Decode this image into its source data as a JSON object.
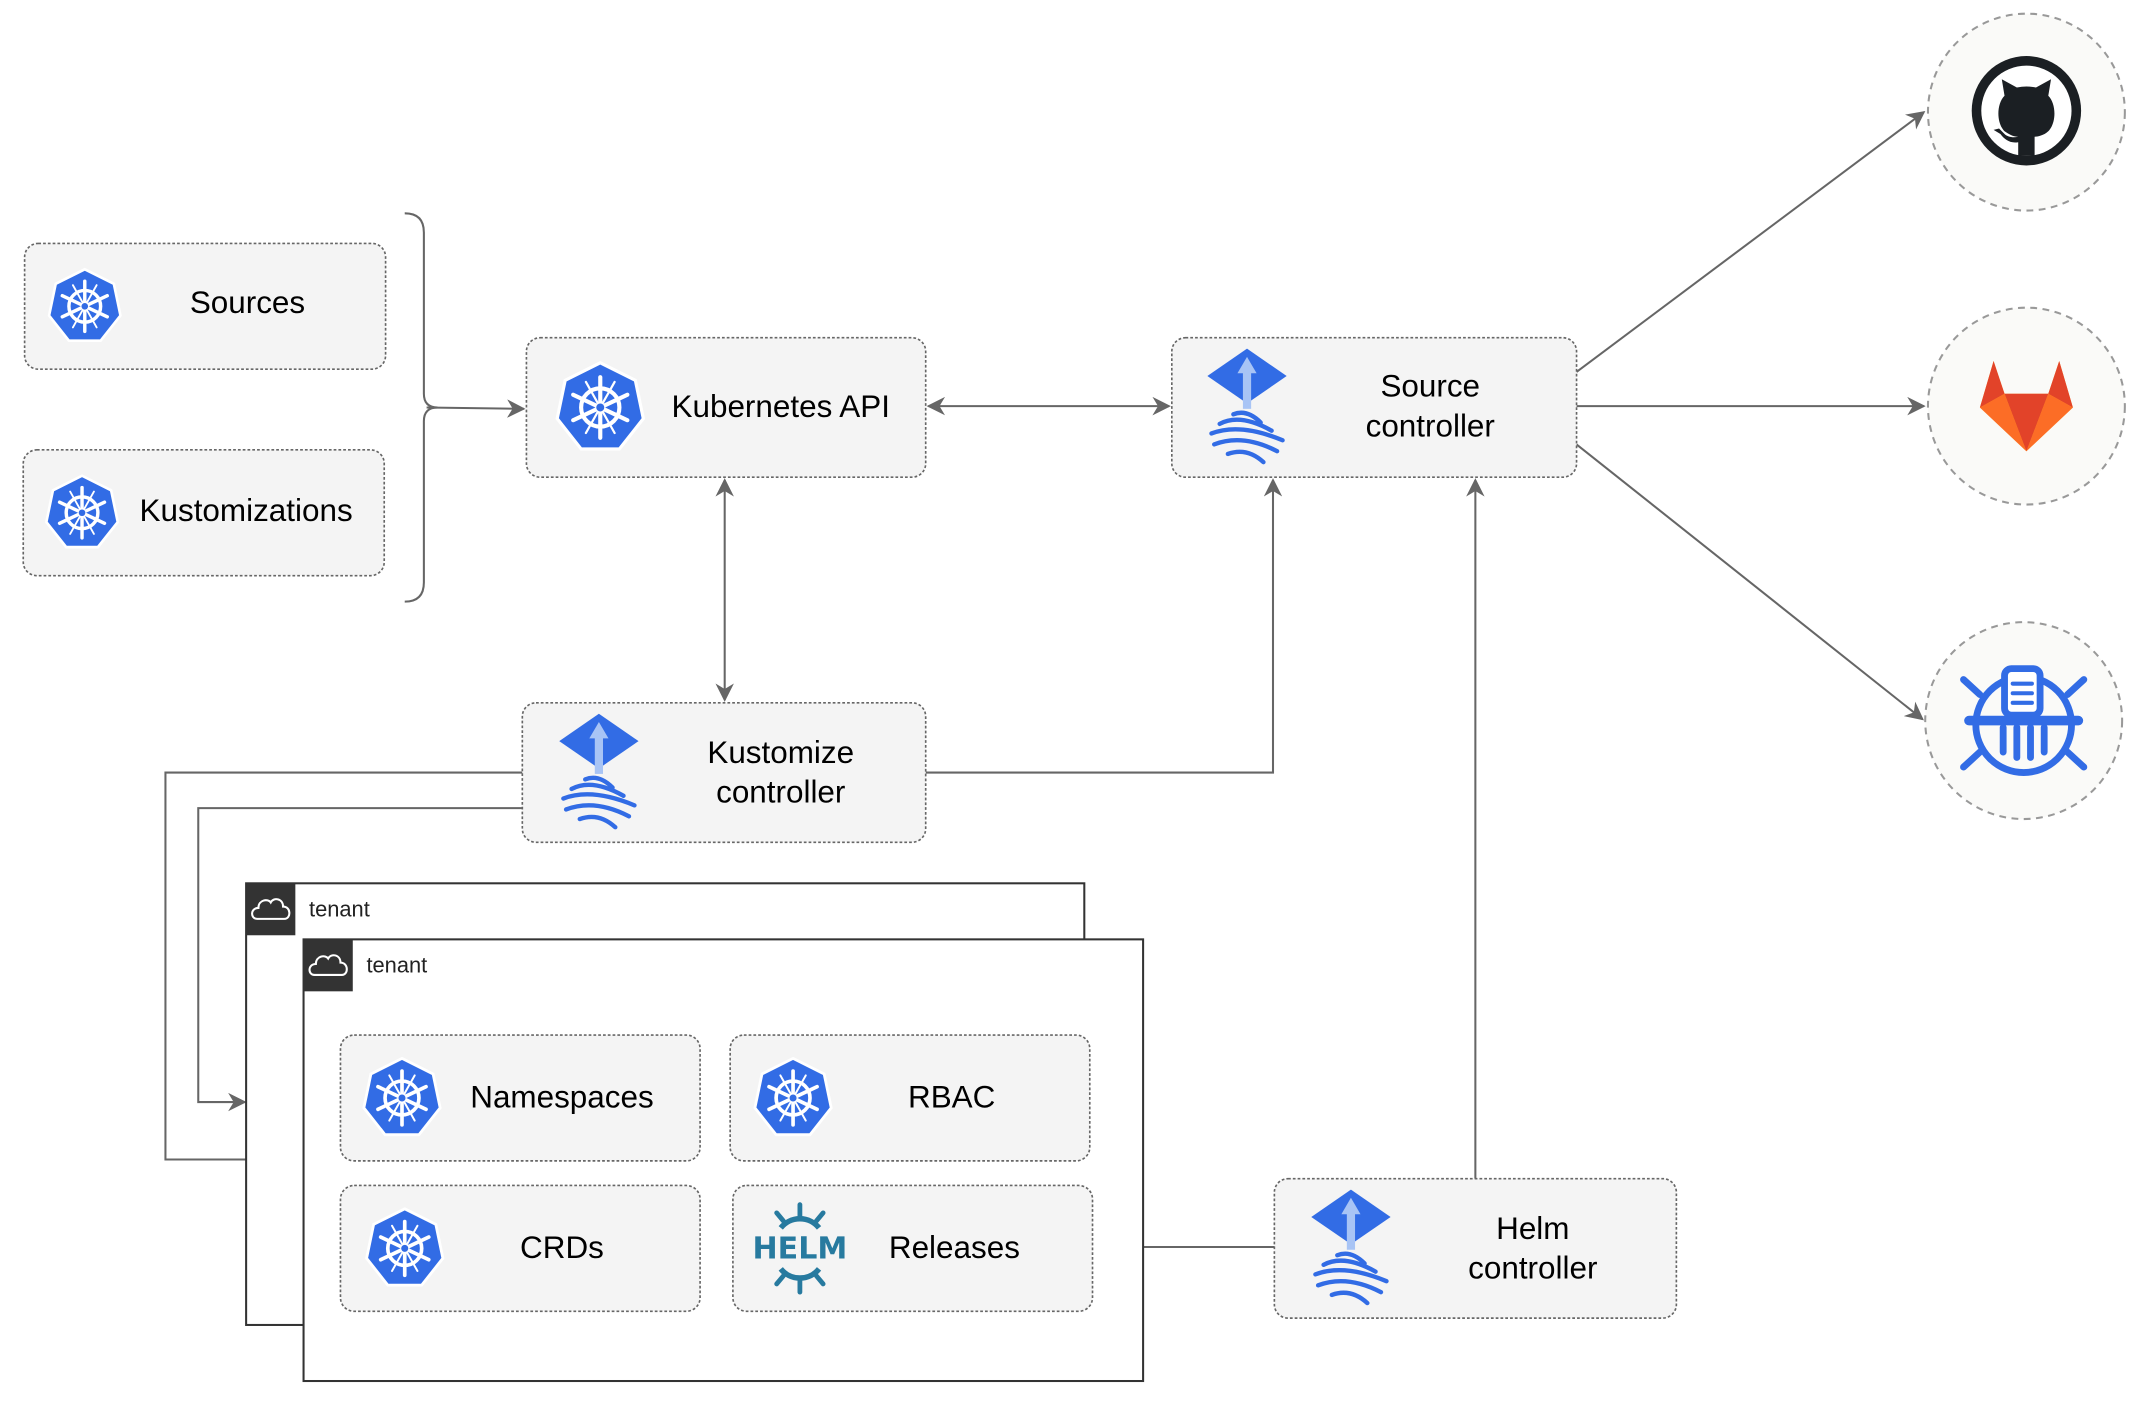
{
  "nodes": {
    "sources": {
      "label": "Sources",
      "icon": "kubernetes-icon"
    },
    "kustomizations": {
      "label": "Kustomizations",
      "icon": "kubernetes-icon"
    },
    "kubernetes_api": {
      "label": "Kubernetes API",
      "icon": "kubernetes-icon"
    },
    "source_controller": {
      "line1": "Source",
      "line2": "controller",
      "icon": "flux-icon"
    },
    "kustomize_controller": {
      "line1": "Kustomize",
      "line2": "controller",
      "icon": "flux-icon"
    },
    "helm_controller": {
      "line1": "Helm",
      "line2": "controller",
      "icon": "flux-icon"
    },
    "namespaces": {
      "label": "Namespaces",
      "icon": "kubernetes-icon"
    },
    "rbac": {
      "label": "RBAC",
      "icon": "kubernetes-icon"
    },
    "crds": {
      "label": "CRDs",
      "icon": "kubernetes-icon"
    },
    "releases": {
      "label": "Releases",
      "icon": "helm-icon",
      "icon_text": "HELM"
    }
  },
  "tenants": [
    {
      "label": "tenant",
      "icon": "cloud-icon"
    },
    {
      "label": "tenant",
      "icon": "cloud-icon"
    }
  ],
  "external_sources": [
    {
      "icon": "github-icon"
    },
    {
      "icon": "gitlab-icon"
    },
    {
      "icon": "bucket-icon"
    }
  ],
  "colors": {
    "kubernetes_blue": "#326ce5",
    "helm_teal": "#277a9f",
    "gitlab_orange": "#e24329",
    "edge": "#666666"
  }
}
